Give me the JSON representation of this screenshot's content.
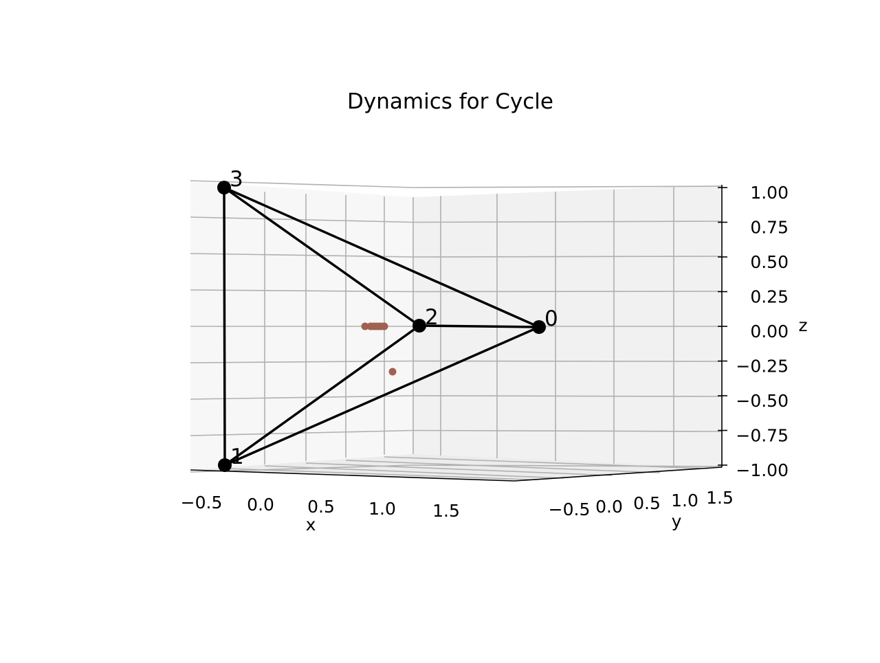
{
  "chart_data": {
    "type": "scatter",
    "title": "Dynamics for Cycle",
    "xlabel": "x",
    "ylabel": "y",
    "zlabel": "z",
    "x_ticks": [
      "−0.5",
      "0.0",
      "0.5",
      "1.0",
      "1.5"
    ],
    "y_ticks": [
      "−0.5",
      "0.0",
      "0.5",
      "1.0",
      "1.5"
    ],
    "z_ticks": [
      "−1.00",
      "−0.75",
      "−0.50",
      "−0.25",
      "0.00",
      "0.25",
      "0.50",
      "0.75",
      "1.00"
    ],
    "z_tick_values": [
      -1.0,
      -0.75,
      -0.5,
      -0.25,
      0.0,
      0.25,
      0.5,
      0.75,
      1.0
    ],
    "zlim": [
      -1.0,
      1.0
    ],
    "grid": true,
    "nodes": [
      {
        "label": "0",
        "x": 1.0,
        "y": 0.0,
        "z": 0.0
      },
      {
        "label": "1",
        "x": 0.0,
        "y": -0.5,
        "z": -1.0
      },
      {
        "label": "2",
        "x": 0.5,
        "y": 0.5,
        "z": 0.0
      },
      {
        "label": "3",
        "x": 0.0,
        "y": -0.5,
        "z": 1.0
      }
    ],
    "edges": [
      [
        "3",
        "1"
      ],
      [
        "3",
        "2"
      ],
      [
        "3",
        "0"
      ],
      [
        "2",
        "0"
      ],
      [
        "2",
        "1"
      ],
      [
        "0",
        "1"
      ]
    ],
    "trajectory": [
      {
        "x": 0.2,
        "y": 0.2,
        "z": 0.0
      },
      {
        "x": 0.25,
        "y": 0.2,
        "z": 0.0
      },
      {
        "x": 0.27,
        "y": 0.2,
        "z": 0.0
      },
      {
        "x": 0.29,
        "y": 0.2,
        "z": 0.0
      },
      {
        "x": 0.31,
        "y": 0.2,
        "z": 0.0
      },
      {
        "x": 0.33,
        "y": 0.2,
        "z": 0.0
      },
      {
        "x": 0.35,
        "y": 0.2,
        "z": 0.0
      },
      {
        "x": 0.3,
        "y": 0.3,
        "z": -0.33
      }
    ],
    "colors": {
      "edges": "#000000",
      "nodes": "#000000",
      "trajectory": "#a0624f"
    }
  }
}
